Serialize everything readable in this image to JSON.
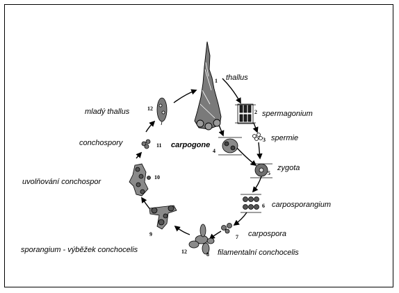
{
  "diagram": {
    "labels": {
      "thallus": "thallus",
      "spermagonium": "spermagonium",
      "spermie": "spermie",
      "zygota": "zygota",
      "carposporangium": "carposporangium",
      "carpospora": "carpospora",
      "filamentalni": "filamentalní conchocelis",
      "sporangium": "sporangium  - výběžek conchocelis",
      "uvolnovani": "uvolňování conchospor",
      "conchospory": "conchospory",
      "mlady_thallus": "mladý thallus",
      "carpogone": "carpogone"
    },
    "numbers": {
      "n1": "1",
      "n2": "2",
      "n3": "3",
      "n4": "4",
      "n5": "5",
      "n6": "6",
      "n7": "7",
      "n8": "8",
      "n9": "9",
      "n10": "10",
      "n11": "11",
      "n12": "12",
      "n12b": "12"
    }
  }
}
